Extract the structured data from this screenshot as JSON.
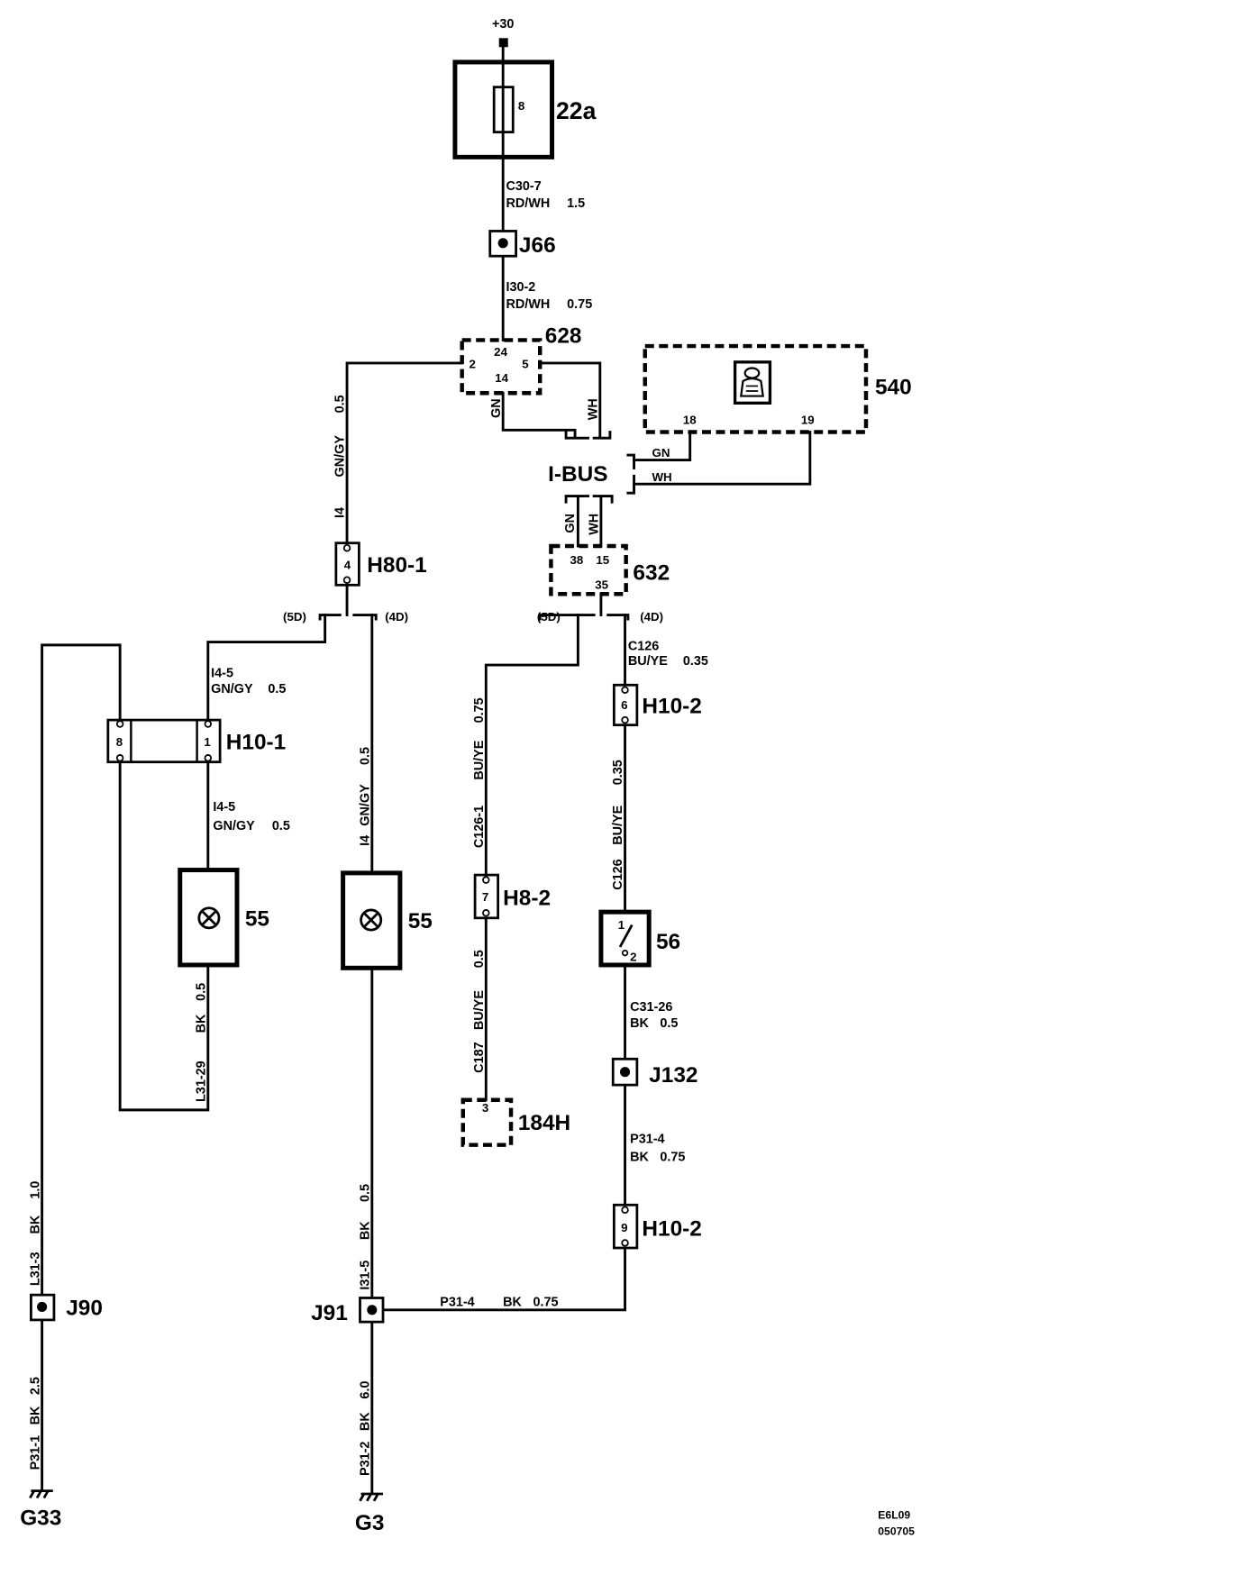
{
  "supply": {
    "label": "+30"
  },
  "components": {
    "fuse_22a": {
      "label": "22a",
      "pin": "8"
    },
    "splice_j66": {
      "label": "J66"
    },
    "connector_628": {
      "label": "628",
      "pin_top": "24",
      "pin_left": "2",
      "pin_right": "5",
      "pin_bottom": "14"
    },
    "module_540": {
      "label": "540",
      "pin_gn": "18",
      "pin_wh": "19",
      "icon": "vehicle-symbol-icon"
    },
    "bus": {
      "label": "I-BUS"
    },
    "connector_632": {
      "label": "632",
      "pin_gn": "38",
      "pin_wh": "15",
      "pin_out": "35"
    },
    "connector_h80_1": {
      "label": "H80-1",
      "pin": "4"
    },
    "connector_h10_1": {
      "label": "H10-1",
      "pin_left": "8",
      "pin_right": "1"
    },
    "lamp_left": {
      "label": "55",
      "icon": "lamp-icon"
    },
    "lamp_right": {
      "label": "55",
      "icon": "lamp-icon"
    },
    "connector_h8_2": {
      "label": "H8-2",
      "pin": "7"
    },
    "connector_184h": {
      "label": "184H",
      "pin": "3"
    },
    "connector_h10_2_upper": {
      "label": "H10-2",
      "pin": "6"
    },
    "switch_56": {
      "label": "56",
      "pin_in": "1",
      "pin_out": "2"
    },
    "splice_j132": {
      "label": "J132"
    },
    "connector_h10_2_lower": {
      "label": "H10-2",
      "pin": "9"
    },
    "splice_j91": {
      "label": "J91"
    },
    "splice_j90": {
      "label": "J90"
    },
    "ground_g3": {
      "label": "G3"
    },
    "ground_g33": {
      "label": "G33"
    }
  },
  "variants": {
    "left_5d": "(5D)",
    "left_4d": "(4D)",
    "right_5d": "(5D)",
    "right_4d": "(4D)"
  },
  "wires": {
    "c30_7": {
      "code": "C30-7",
      "color": "RD/WH",
      "size": "1.5"
    },
    "i30_2": {
      "code": "I30-2",
      "color": "RD/WH",
      "size": "0.75"
    },
    "i4_h80": {
      "code": "I4",
      "color": "GN/GY",
      "size": "0.5"
    },
    "bus_628_gn": {
      "color": "GN"
    },
    "bus_628_wh": {
      "color": "WH"
    },
    "bus_540_gn": {
      "color": "GN"
    },
    "bus_540_wh": {
      "color": "WH"
    },
    "bus_632_gn": {
      "color": "GN"
    },
    "bus_632_wh": {
      "color": "WH"
    },
    "i4_5_upper": {
      "code": "I4-5",
      "color": "GN/GY",
      "size": "0.5"
    },
    "i4_5_lower": {
      "code": "I4-5",
      "color": "GN/GY",
      "size": "0.5"
    },
    "i4_lamp": {
      "code": "I4",
      "color": "GN/GY",
      "size": "0.5"
    },
    "l31_29": {
      "code": "L31-29",
      "color": "BK",
      "size": "0.5"
    },
    "l31_3": {
      "code": "L31-3",
      "color": "BK",
      "size": "1.0"
    },
    "p31_1": {
      "code": "P31-1",
      "color": "BK",
      "size": "2.5"
    },
    "i31_5": {
      "code": "I31-5",
      "color": "BK",
      "size": "0.5"
    },
    "p31_2": {
      "code": "P31-2",
      "color": "BK",
      "size": "6.0"
    },
    "c126_1": {
      "code": "C126-1",
      "color": "BU/YE",
      "size": "0.75"
    },
    "c187": {
      "code": "C187",
      "color": "BU/YE",
      "size": "0.5"
    },
    "c126_upper": {
      "code": "C126",
      "color": "BU/YE",
      "size": "0.35"
    },
    "c126_vertical": {
      "code": "C126",
      "color": "BU/YE",
      "size": "0.35"
    },
    "c31_26": {
      "code": "C31-26",
      "color": "BK",
      "size": "0.5"
    },
    "p31_4_vertical": {
      "code": "P31-4",
      "color": "BK",
      "size": "0.75"
    },
    "p31_4_horizontal": {
      "code": "P31-4",
      "color": "BK",
      "size": "0.75"
    }
  },
  "footer": {
    "drawing_id": "E6L09",
    "date_code": "050705"
  },
  "colors": {
    "ink": "#000000",
    "background": "#ffffff"
  }
}
